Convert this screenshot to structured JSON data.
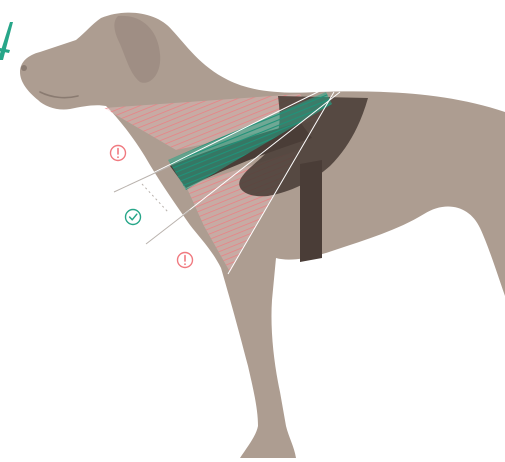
{
  "colors": {
    "background": "#ffffff",
    "dog_body": "#ad9d91",
    "dog_shadow": "#9c8c81",
    "harness_strap": "#4a3d37",
    "harness_back": "#5a4a43",
    "correct_zone": "#27a689",
    "warning_zone": "#f07a80",
    "guide_line": "#b9b2ad",
    "corner_mark": "#27a689"
  },
  "markers": [
    {
      "name": "warning-upper",
      "status": "warning",
      "icon": "exclamation-circle-icon"
    },
    {
      "name": "correct-middle",
      "status": "correct",
      "icon": "checkmark-circle-icon"
    },
    {
      "name": "warning-lower",
      "status": "warning",
      "icon": "exclamation-circle-icon"
    }
  ]
}
